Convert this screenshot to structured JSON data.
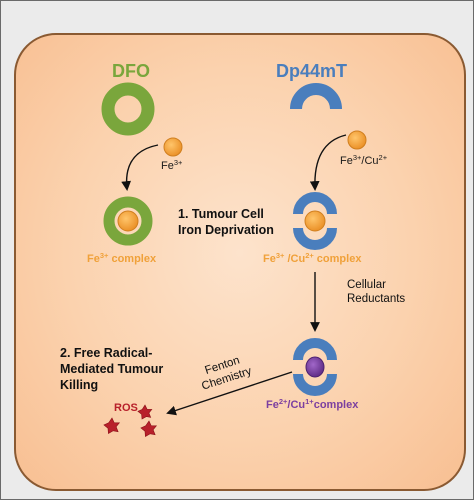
{
  "agents": {
    "dfo": "DFO",
    "dp44mt": "Dp44mT"
  },
  "ions": {
    "fe3": {
      "base": "Fe",
      "sup": "3+"
    },
    "fe3_prefix": {
      "base": "Fe",
      "sup": "3+"
    },
    "cu2_suffix": {
      "sep": "/Cu",
      "sup": "2+"
    }
  },
  "complexes": {
    "dfo_complex": {
      "base": "Fe",
      "sup": "3+",
      "rest": " complex"
    },
    "dp_complex": {
      "base": "Fe",
      "sup1": "3+",
      "mid": " /Cu",
      "sup2": "2+",
      "rest": " complex"
    },
    "reduced_complex": {
      "base": "Fe",
      "sup1": "2+",
      "mid": "/Cu",
      "sup2": "1+",
      "rest": "complex"
    }
  },
  "steps": {
    "step1_line1": "1. Tumour Cell",
    "step1_line2": "Iron Deprivation",
    "step2_line1": "2. Free Radical-",
    "step2_line2": "Mediated Tumour",
    "step2_line3": "Killing"
  },
  "notes": {
    "reductants_line1": "Cellular",
    "reductants_line2": "Reductants",
    "fenton_line1": "Fenton",
    "fenton_line2": "Chemistry",
    "ros": "ROS"
  },
  "colors": {
    "dfo_green": "#7aa63c",
    "dp_blue": "#4a7ebd",
    "ion_orange": "#f0a13a",
    "reduced_purple": "#7b3fa0",
    "ros_red": "#b8202a",
    "cell_border": "#8a5a32"
  }
}
